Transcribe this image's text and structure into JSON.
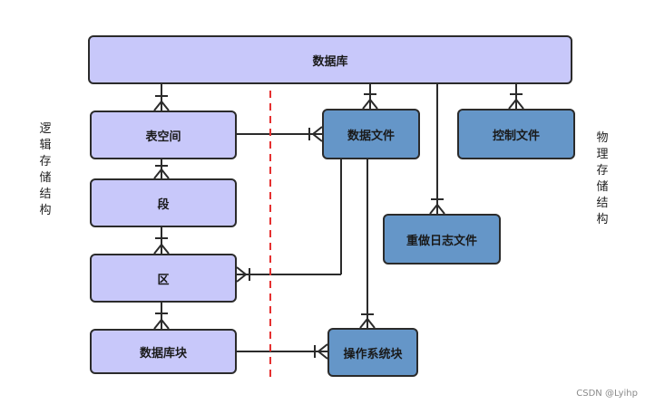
{
  "boxes": {
    "database": "数据库",
    "tablespace": "表空间",
    "segment": "段",
    "extent": "区",
    "db_block": "数据库块",
    "datafile": "数据文件",
    "controlfile": "控制文件",
    "redolog": "重做日志文件",
    "os_block": "操作系统块"
  },
  "side_labels": {
    "logical": "逻辑存储结构",
    "physical": "物理存储结构"
  },
  "colors": {
    "logical_fill": "#c8c8fa",
    "physical_fill": "#6596c8",
    "divider": "#e53030",
    "stroke": "#2b2b2b"
  },
  "watermark": "CSDN @Lyihp"
}
